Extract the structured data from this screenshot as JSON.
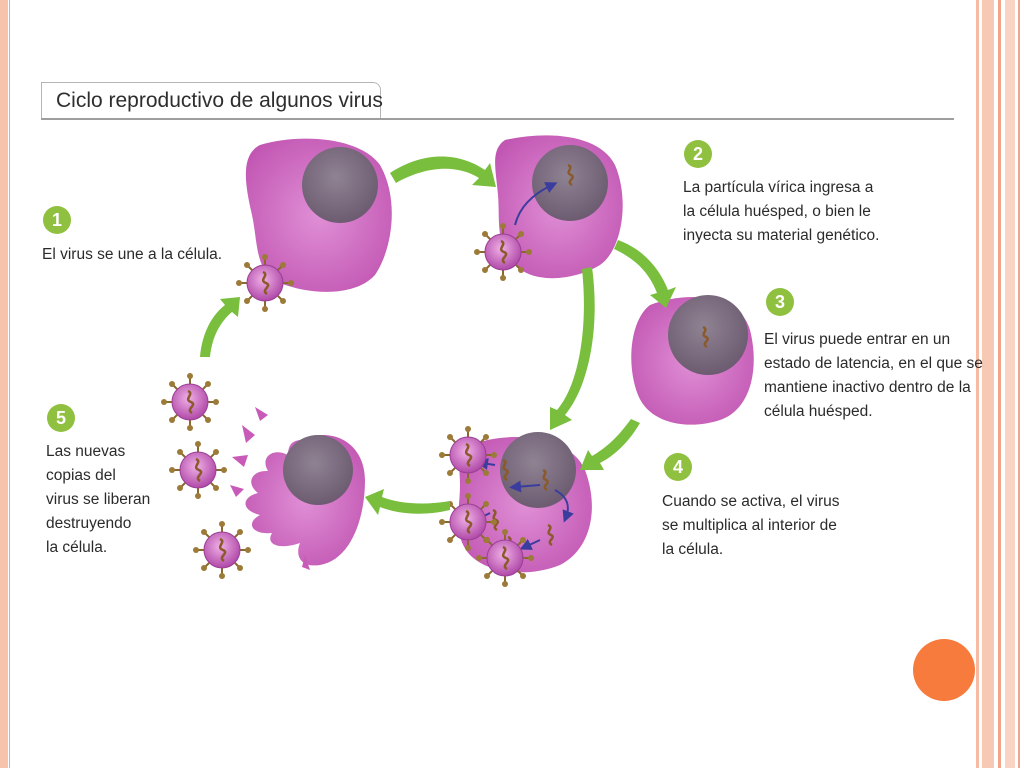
{
  "title": "Ciclo reproductivo de algunos virus",
  "steps": [
    {
      "number": "1",
      "text": "El virus se une a la célula."
    },
    {
      "number": "2",
      "text": "La partícula vírica ingresa a\nla célula huésped, o bien le\ninyecta su material genético."
    },
    {
      "number": "3",
      "text": "El virus puede entrar en un\nestado de latencia, en el que se\nmantiene inactivo dentro de la\ncélula huésped."
    },
    {
      "number": "4",
      "text": "Cuando se activa, el virus\nse multiplica al interior de\nla célula."
    },
    {
      "number": "5",
      "text": "Las nuevas\ncopias del\nvirus se liberan\ndestruyendo\nla célula."
    }
  ],
  "colors": {
    "cell": "#c95bb8",
    "nucleus": "#7d6d80",
    "arrow": "#79be3c",
    "step_badge": "#8fc03f",
    "accent_dot": "#f77b3c"
  }
}
